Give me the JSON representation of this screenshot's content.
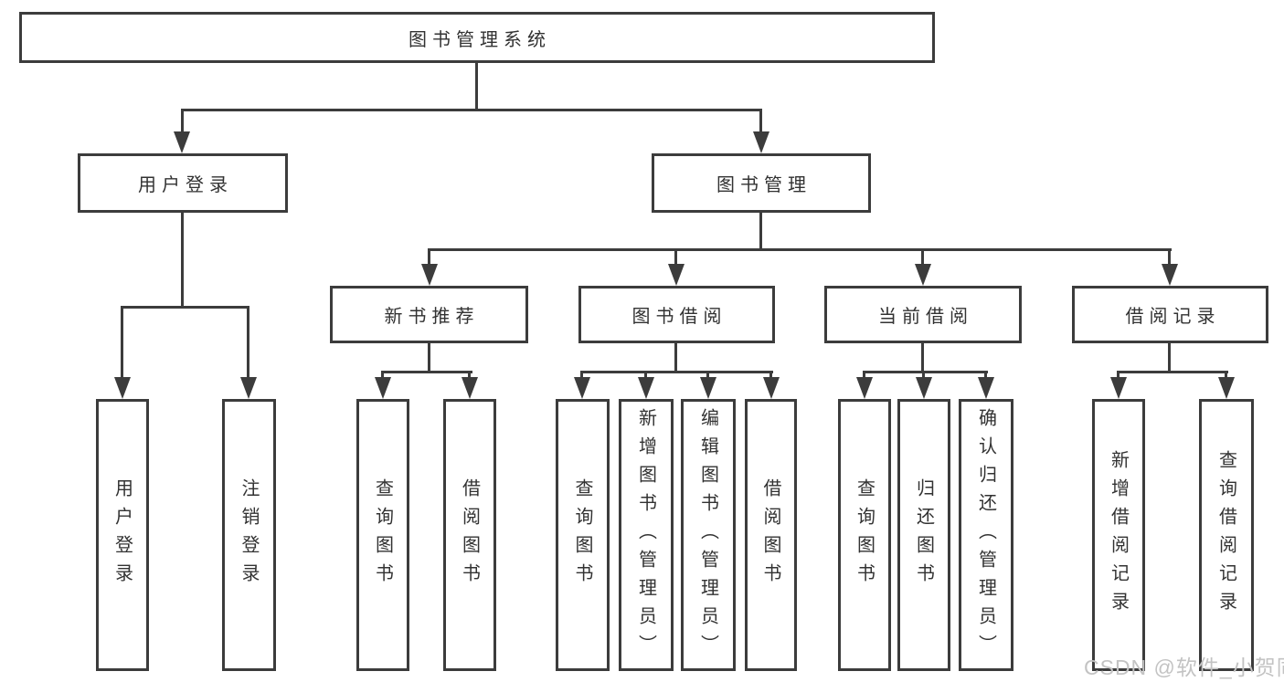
{
  "title": "图书管理系统",
  "watermark": "CSDN @软件_小贺同学",
  "colors": {
    "line": "#3c3c3c",
    "box_border": "#3c3c3c",
    "box_bg": "#ffffff",
    "text": "#323232",
    "watermark": "#c3c3c3"
  },
  "tree": {
    "root": {
      "label": "图书管理系统"
    },
    "branches": [
      {
        "label": "用户登录",
        "children": [
          {
            "label": "用户登录"
          },
          {
            "label": "注销登录"
          }
        ]
      },
      {
        "label": "图书管理",
        "children": [
          {
            "label": "新书推荐",
            "children": [
              {
                "label": "查询图书"
              },
              {
                "label": "借阅图书"
              }
            ]
          },
          {
            "label": "图书借阅",
            "children": [
              {
                "label": "查询图书"
              },
              {
                "label": "新增图书（管理员）"
              },
              {
                "label": "编辑图书（管理员）"
              },
              {
                "label": "借阅图书"
              }
            ]
          },
          {
            "label": "当前借阅",
            "children": [
              {
                "label": "查询图书"
              },
              {
                "label": "归还图书"
              },
              {
                "label": "确认归还（管理员）"
              }
            ]
          },
          {
            "label": "借阅记录",
            "children": [
              {
                "label": "新增借阅记录"
              },
              {
                "label": "查询借阅记录"
              }
            ]
          }
        ]
      }
    ]
  }
}
